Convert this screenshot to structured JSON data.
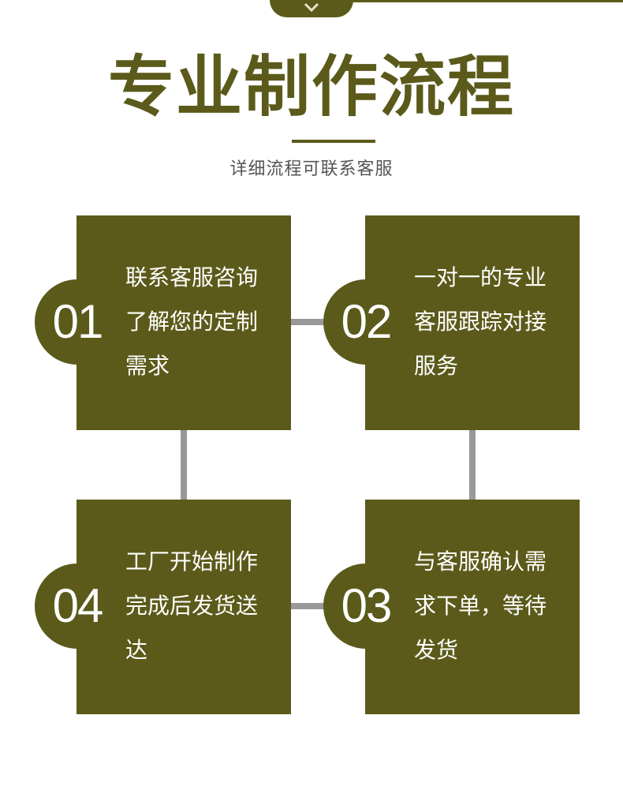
{
  "header": {
    "title": "专业制作流程",
    "subtitle": "详细流程可联系客服"
  },
  "steps": [
    {
      "number": "01",
      "text": "联系客服咨询\n了解您的定制\n需求"
    },
    {
      "number": "02",
      "text": "一对一的专业\n客服跟踪对接\n服务"
    },
    {
      "number": "03",
      "text": "与客服确认需\n求下单，等待\n发货"
    },
    {
      "number": "04",
      "text": "工厂开始制作\n完成后发货送\n达"
    }
  ],
  "colors": {
    "accent": "#5b5a1a",
    "connector": "#999999",
    "subtitle_text": "#555555"
  },
  "icons": [
    "chevron-down-icon"
  ]
}
